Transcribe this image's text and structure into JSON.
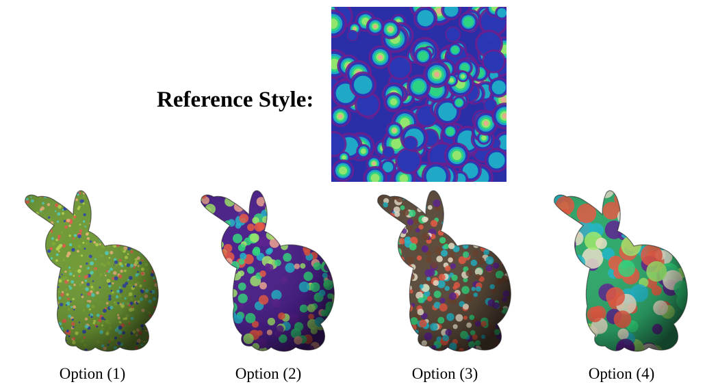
{
  "reference": {
    "label": "Reference Style:",
    "swatch_icon": "texture-swatch",
    "palette": [
      "#e9573f",
      "#f2a68f",
      "#e8dfc8",
      "#9fe86a",
      "#2fd67b",
      "#1fb5c9",
      "#233ab8",
      "#6b1f8f",
      "#3d0b5c"
    ]
  },
  "options": [
    {
      "caption": "Option (1)",
      "icon": "bunny-render",
      "texture": "fine-speckle",
      "base": "#6f9a35"
    },
    {
      "caption": "Option (2)",
      "icon": "bunny-render",
      "texture": "cellular",
      "base": "#4a1f8a"
    },
    {
      "caption": "Option (3)",
      "icon": "bunny-render",
      "texture": "dense-cellular",
      "base": "#5b4a3a"
    },
    {
      "caption": "Option (4)",
      "icon": "bunny-render",
      "texture": "large-blotches",
      "base": "#2ea86a"
    }
  ]
}
